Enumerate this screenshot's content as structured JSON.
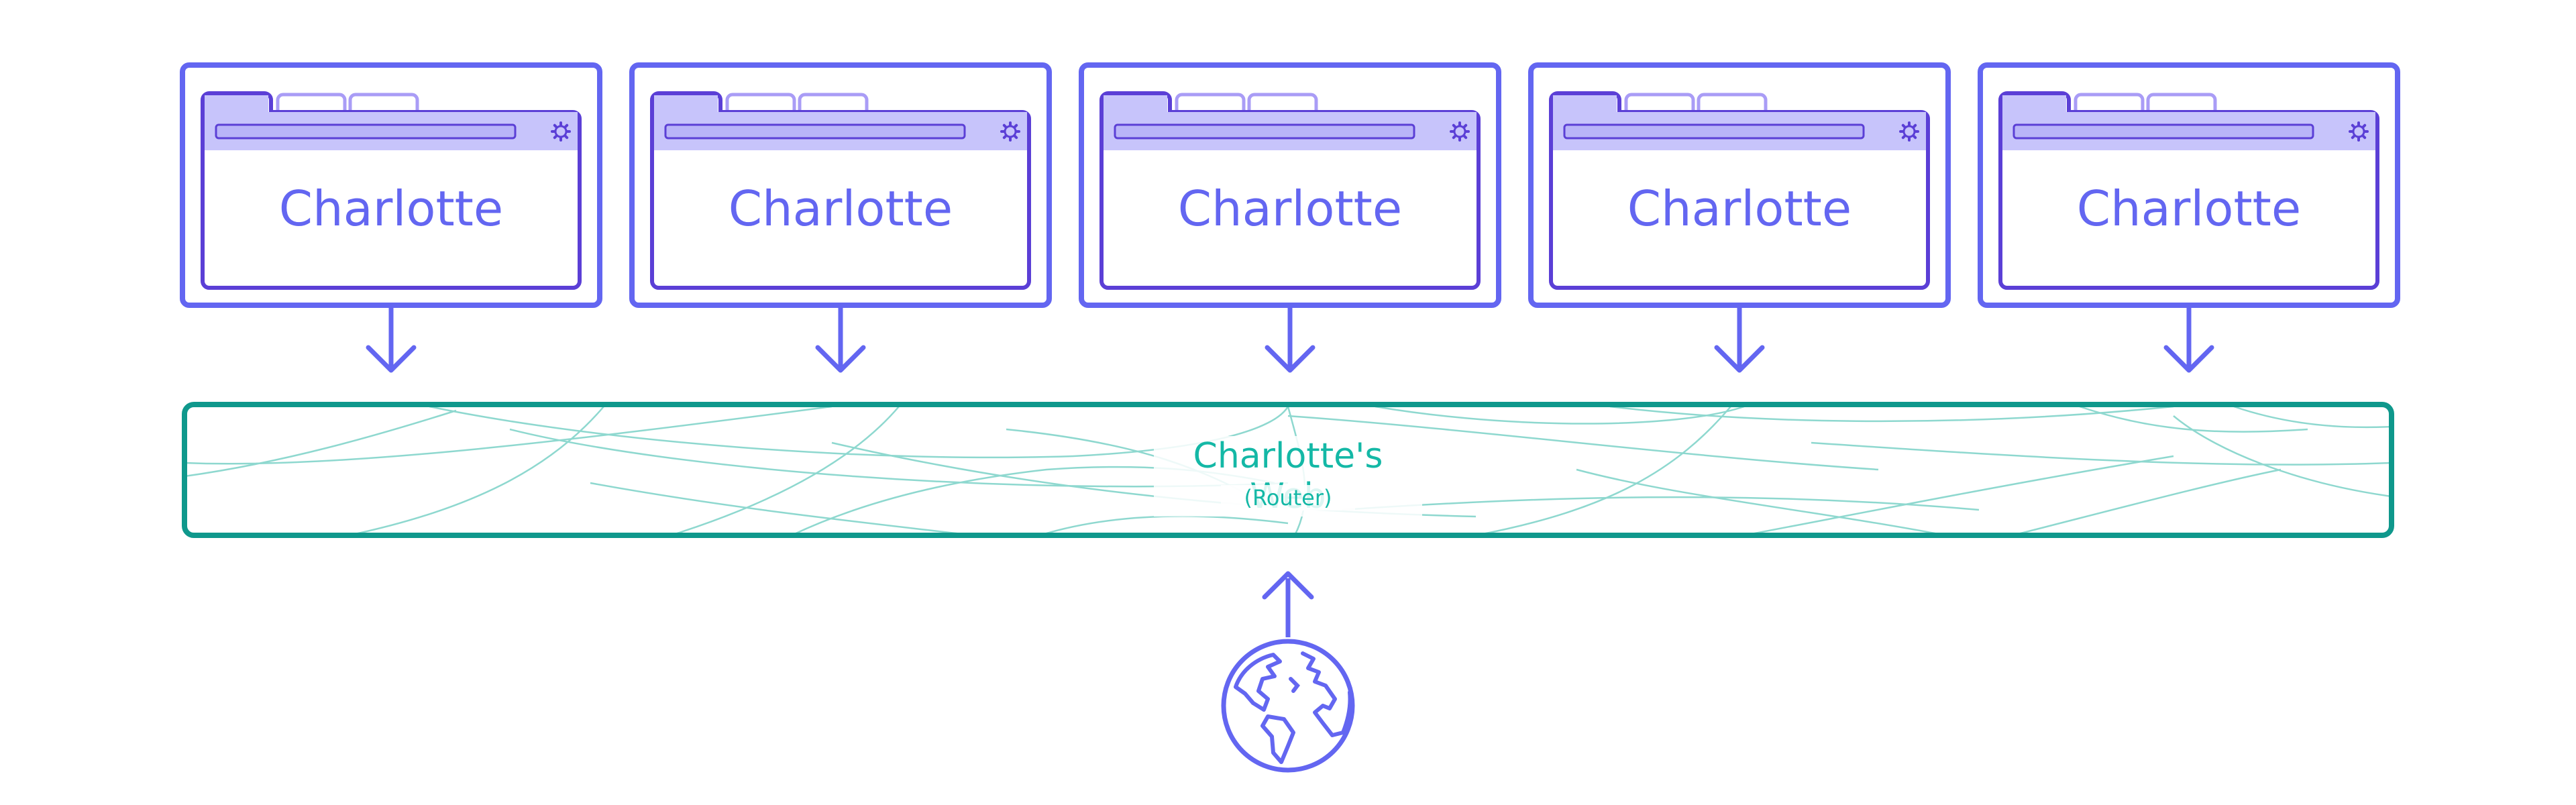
{
  "nodes": [
    {
      "label": "Charlotte"
    },
    {
      "label": "Charlotte"
    },
    {
      "label": "Charlotte"
    },
    {
      "label": "Charlotte"
    },
    {
      "label": "Charlotte"
    }
  ],
  "router": {
    "title": "Charlotte's Web",
    "subtitle": "(Router)"
  },
  "colors": {
    "primary": "#6366f1",
    "primary_dark": "#5b3fd6",
    "tab_fill": "#c7c4fb",
    "tab_stroke": "#a99cf6",
    "router": "#0f988c",
    "web_lines": "#8ed8cf"
  },
  "icons": {
    "settings": "gear-icon",
    "internet": "globe-icon"
  }
}
